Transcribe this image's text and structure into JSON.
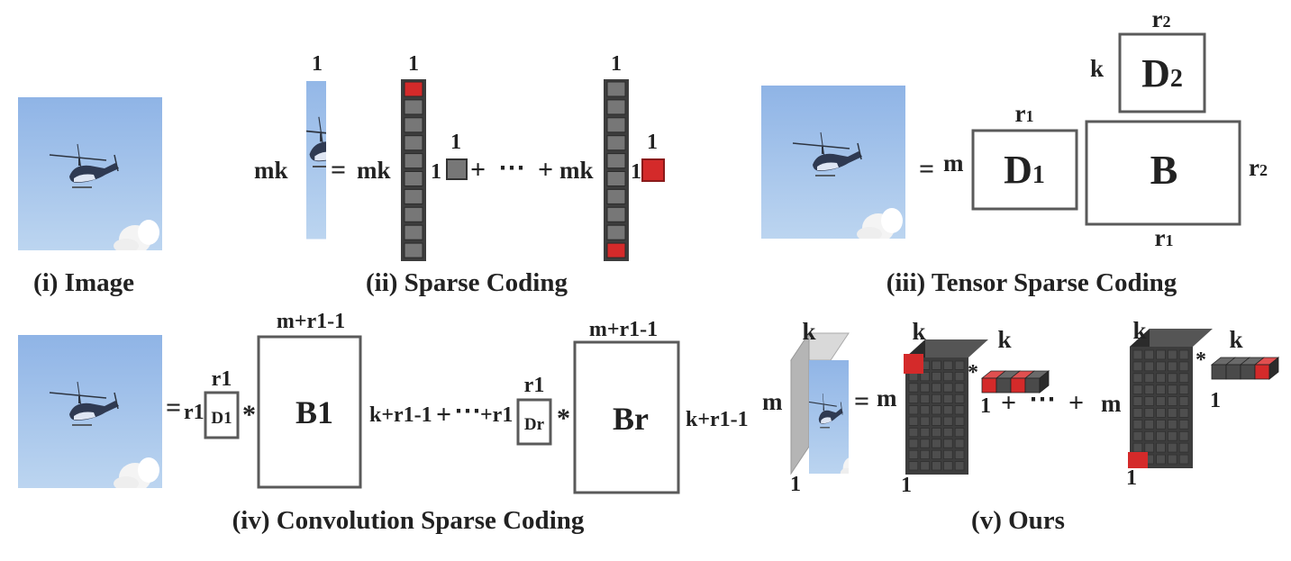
{
  "colors": {
    "sky_top": "#8fb4e6",
    "sky_bottom": "#bcd5f0",
    "cell_gray": "#777777",
    "cell_red": "#d42a2a",
    "box_stroke": "#5a5a5a",
    "block_dark": "#3d3d3d"
  },
  "captions": {
    "image": "(i) Image",
    "sparse": "(ii)  Sparse Coding",
    "tensor": "(iii)  Tensor Sparse Coding",
    "conv": "(iv) Convolution Sparse Coding",
    "ours": "(v)  Ours"
  },
  "sparse_coding": {
    "one": "1",
    "mk": "mk",
    "eq": "=",
    "plus": "+",
    "dots": "⋯"
  },
  "tensor_sparse": {
    "eq": "=",
    "m": "m",
    "k": "k",
    "D1_main": "D",
    "D1_sub": "1",
    "D2_main": "D",
    "D2_sub": "2",
    "B": "B",
    "r1_main": "r",
    "r1_sub": "1",
    "r2_main": "r",
    "r2_sub": "2"
  },
  "convolution": {
    "eq": "=",
    "r1": "r1",
    "D1": "D1",
    "Dr": "Dr",
    "B1": "B1",
    "Br": "Br",
    "top_label": "m+r1-1",
    "right_label": "k+r1-1",
    "star": "*",
    "plus": "+",
    "dots": "⋯",
    "plus_r1": "+r1"
  },
  "ours": {
    "k": "k",
    "m": "m",
    "one": "1",
    "eq": "=",
    "star": "*",
    "plus": "+",
    "dots": "⋯"
  }
}
